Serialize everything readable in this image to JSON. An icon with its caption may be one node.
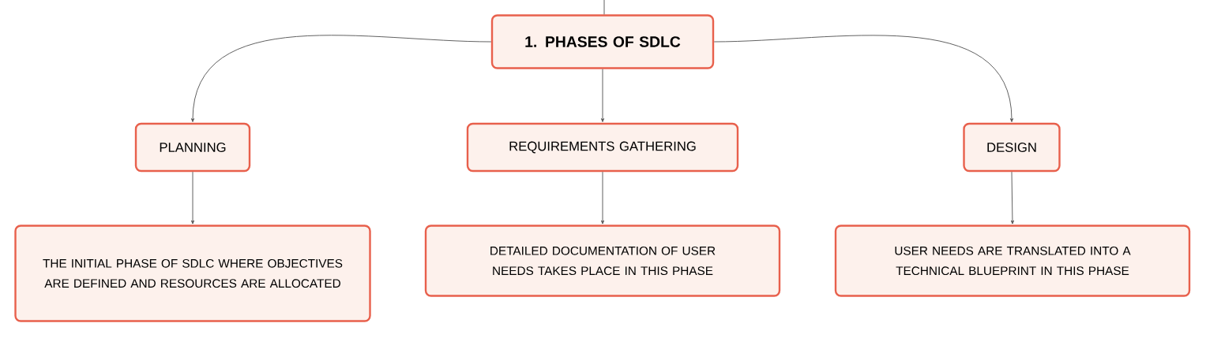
{
  "diagram": {
    "nodes": [
      {
        "text": [
          "1. PHASES OF SDLC"
        ]
      },
      {
        "text": [
          "PLANNING"
        ]
      },
      {
        "text": [
          "REQUIREMENTS GATHERING"
        ]
      },
      {
        "text": [
          "DESIGN"
        ]
      },
      {
        "text": [
          "THE INITIAL PHASE OF SDLC WHERE OBJECTIVES ARE DEFINED AND RESOURCES ARE ALLOCATED"
        ]
      },
      {
        "text": [
          "DETAILED DOCUMENTATION OF USER NEEDS TAKES PLACE IN THIS PHASE"
        ]
      },
      {
        "text": [
          "USER NEEDS ARE TRANSLATED INTO A TECHNICAL BLUEPRINT IN THIS PHASE"
        ]
      }
    ],
    "edges": [
      {
        "from": null,
        "to": 0,
        "arrow": "none"
      },
      {
        "from": 0,
        "to": 1,
        "arrow": "to"
      },
      {
        "from": 0,
        "to": 2,
        "arrow": "to"
      },
      {
        "from": 0,
        "to": 3,
        "arrow": "to"
      },
      {
        "from": 1,
        "to": 4,
        "arrow": "to"
      },
      {
        "from": 2,
        "to": 5,
        "arrow": "to"
      },
      {
        "from": 3,
        "to": 6,
        "arrow": "to"
      }
    ]
  }
}
